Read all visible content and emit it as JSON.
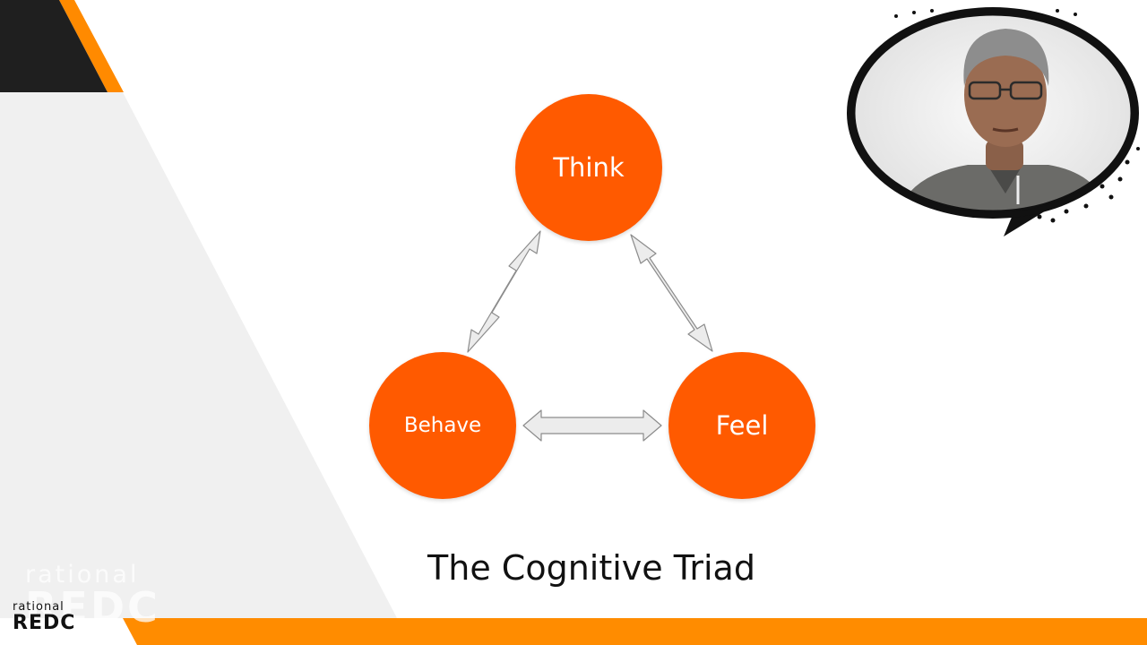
{
  "diagram": {
    "nodes": [
      {
        "id": "think",
        "label": "Think"
      },
      {
        "id": "behave",
        "label": "Behave"
      },
      {
        "id": "feel",
        "label": "Feel"
      }
    ],
    "edges": [
      {
        "from": "think",
        "to": "behave",
        "bidirectional": true
      },
      {
        "from": "think",
        "to": "feel",
        "bidirectional": true
      },
      {
        "from": "behave",
        "to": "feel",
        "bidirectional": true
      }
    ],
    "title": "The Cognitive Triad"
  },
  "logo": {
    "line1": "rational",
    "line2": "REDC"
  },
  "colors": {
    "node_fill": "#ff5a00",
    "accent_orange": "#ff8a00",
    "bottom_bar": "#ff8c00",
    "corner_dark": "#1f1f1f",
    "panel_gray": "#f0f0f0",
    "arrow_fill": "#ececec",
    "arrow_stroke": "#8c8c8c"
  },
  "webcam": {
    "icon": "presenter-webcam-overlay"
  }
}
